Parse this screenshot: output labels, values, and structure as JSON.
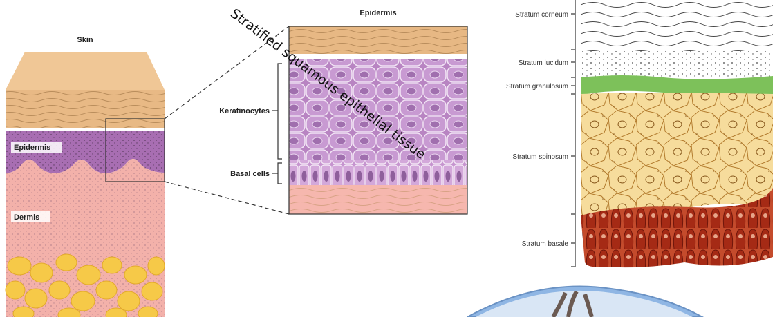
{
  "skin_panel": {
    "title": "Skin",
    "epidermis_label": "Epidermis",
    "dermis_label": "Dermis"
  },
  "epidermis_panel": {
    "title": "Epidermis",
    "keratinocytes_label": "Keratinocytes",
    "basal_cells_label": "Basal cells"
  },
  "overlay_text": "Stratified squamous epithelial tissue",
  "strata_panel": {
    "layers": [
      "Stratum corneum",
      "Stratum lucidum",
      "Stratum granulosum",
      "Stratum spinosum",
      "Stratum basale"
    ]
  },
  "colors": {
    "stratum_corneum": "#d9b889",
    "epidermis": "#a56fb0",
    "dermis": "#f0a9a4",
    "fat": "#f4c744",
    "granulosum": "#7fc25a",
    "spinosum": "#f3d593",
    "basale": "#b8321e"
  }
}
